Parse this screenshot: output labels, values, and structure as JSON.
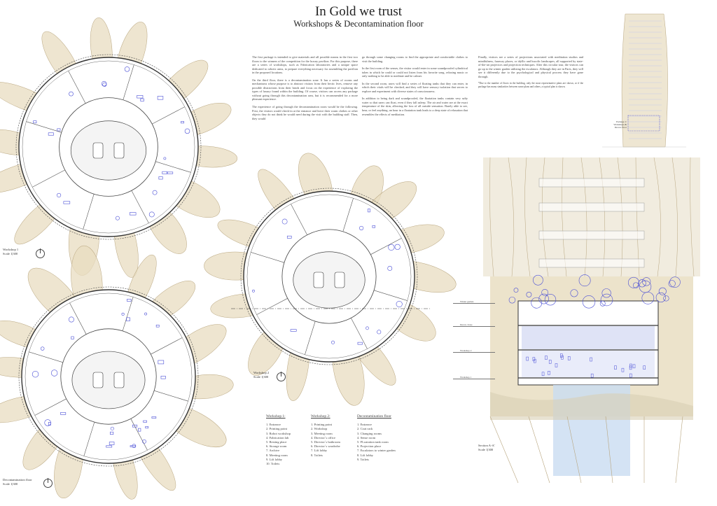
{
  "header": {
    "title": "In Gold we trust",
    "subtitle": "Workshops & Decontamination floor"
  },
  "text": {
    "col1": [
      "The first package is intended to give materials and all possible means in the first two floors to the winners of the competition for the luxury pavilion. For this purpose, there are a series of workshops, such as Fabrication laboratories and a unique space dedicated to robotic arms, to prepare everything necessary for assembling the pavilion in the proposed locations.",
      "On the third floor, there is a decontamination zone. It has a series of rooms and mechanisms whose purpose is to abstract visitors from their hectic lives, remove any possible distractions from their heads and focus on the experience of exploring the types of luxury found within the building. Of course, visitors can access any package without going through this decontamination area, but it is recommended for a more pleasant experience.",
      "The experience of going through the decontamination room would be the following. First, the visitors would check-in at the entrance and leave their warm clothes or other objects they do not think he would need during the visit with the building staff. Then, they would"
    ],
    "col2": [
      "go through some changing rooms to find the appropriate and comfortable clothes to visit the building.",
      "In the first room of the senses, the visitor would enter in some soundproofed cylindrical tubes in which he could or could not listen from his favorite song, relaxing music or only nothing to be able to meditate and be calmer.",
      "In the second room, users will find a series of floating tanks that they can enter, in which their vitals will be checked, and they will have sensory isolation that serves to explore and experiment with diverse states of consciousness.",
      "In addition to being dark and soundproofed, the floatation tanks contain very salty water so that users can float, even if they fall asleep. The air and water are at the exact temperature of the skin, allowing the loss of all outside sensation. Barely able to see, hear, or feel anything, an hour in a floatation tank leads to a deep state of relaxation that resembles the effects of meditation."
    ],
    "col3": [
      "Finally, visitors see a series of projections associated with meditation studios and mindfulness, faraway places, or idyllic and bucolic landscapes, all supported by state-of-the-art projectors and projection techniques. After this circular tour, the visitors can go up to the winter garden utilizing the escalators. Although they are in Paris, they will see it differently due to the psychological and physical process they have gone through."
    ],
    "note": "*Due to the number of floors in the building, only the most representative plans are shown, or if the package has many similarities between some plans and others, a typical plan is shown."
  },
  "drawings": {
    "workshop1": {
      "name": "Workshop 1",
      "scale": "Scale 1|300"
    },
    "workshop2": {
      "name": "Workshop 2",
      "scale": "Scale 1|300"
    },
    "decon": {
      "name": "Decontamination floor",
      "scale": "Scale 1|300"
    },
    "section": {
      "name": "Section A-A'",
      "scale": "Scale 1|300",
      "section_marker": "A"
    },
    "tower_label": "Package 1: Workshops & Decon. floor"
  },
  "levels": [
    "Winter garden",
    "Decon. Zone",
    "Workshop 2",
    "Workshop 1"
  ],
  "legends": [
    {
      "title": "Workshop 1:",
      "items": [
        "1. Entrance",
        "2. Printing point",
        "3. Robot workshop",
        "4. Fabrication lab",
        "5. Resting place",
        "6. Storage room",
        "7. Archive",
        "8. Meeting room",
        "9. Lift lobby",
        "10. Toilets"
      ]
    },
    {
      "title": "Workshop 2:",
      "items": [
        "1. Printing point",
        "2. Workshop",
        "3. Meeting room",
        "4. Director´s office",
        "5. Director´s bathroom",
        "6. Director´s wardrobe",
        "7. Lift lobby",
        "8. Toilets"
      ]
    },
    {
      "title": "Decontamination floor",
      "items": [
        "1. Entrance",
        "2. Coat rack",
        "3. Changing rooms",
        "4. Sense room",
        "5. FLoatation tank room",
        "6. Projection place",
        "7. Escalators to winter garden",
        "8. Lift lobby",
        "9. Toilets"
      ]
    }
  ],
  "colors": {
    "shell": "#e8dcc0",
    "shell_edge": "#b8a57e",
    "furniture": "#4a4fd6",
    "line": "#555555"
  }
}
